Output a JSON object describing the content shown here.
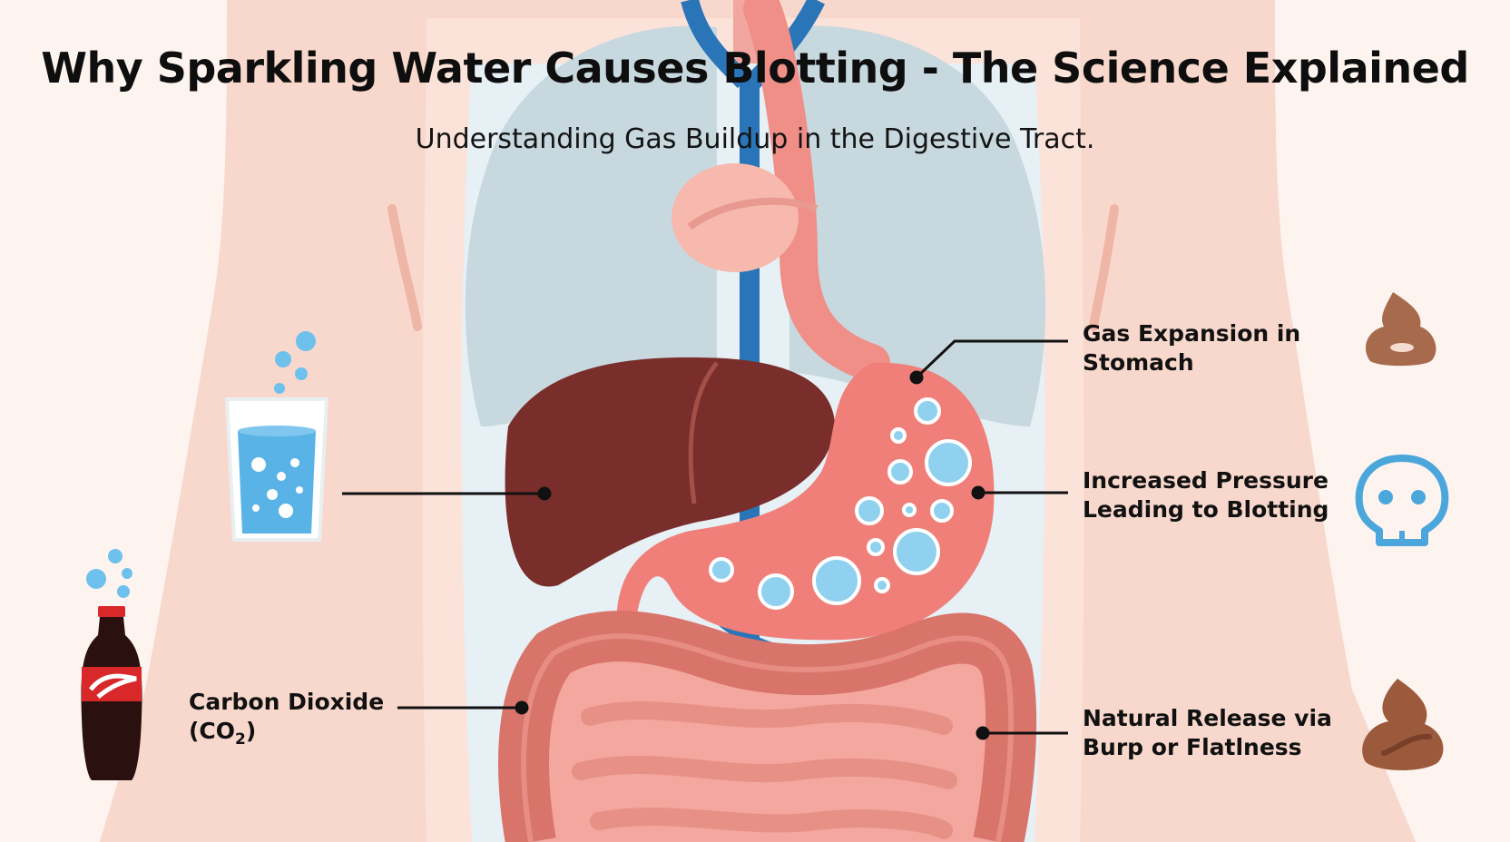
{
  "title": "Why Sparkling Water Causes Blotting - The Science Explained",
  "subtitle": "Understanding Gas Buildup in the Digestive Tract.",
  "labels": {
    "co2": {
      "line1": "Carbon Dioxide",
      "line2_prefix": "(CO",
      "line2_sub": "2",
      "line2_suffix": ")"
    },
    "gas_expansion": {
      "line1": "Gas Expansion in",
      "line2": "Stomach"
    },
    "pressure": {
      "line1": "Increased Pressure",
      "line2": "Leading to Blotting"
    },
    "release": {
      "line1": "Natural Release via",
      "line2": "Burp or Flatlness"
    }
  },
  "icons": [
    "water-glass-icon",
    "soda-bottle-icon",
    "poop-icon",
    "skull-icon"
  ],
  "colors": {
    "skin": "#f8d8cc",
    "lung": "#c8d8df",
    "liver": "#7a2e2b",
    "stomach": "#f07f7a",
    "intestine": "#dc7a70",
    "vessel": "#2a74b8",
    "bubble": "#8fd1ee",
    "poop": "#a85e43",
    "skull": "#4aa6db"
  }
}
